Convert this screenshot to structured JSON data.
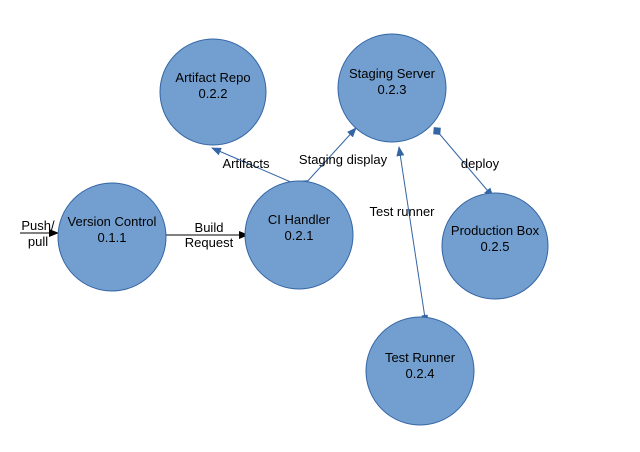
{
  "colors": {
    "node_fill": "#729fcf",
    "node_stroke": "#3465a4",
    "edge": "#3465a4",
    "text": "#000000"
  },
  "nodes": {
    "artifact_repo": {
      "name": "Artifact Repo",
      "id": "0.2.2"
    },
    "staging_server": {
      "name": "Staging Server",
      "id": "0.2.3"
    },
    "version_control": {
      "name": "Version Control",
      "id": "0.1.1"
    },
    "ci_handler": {
      "name": "CI Handler",
      "id": "0.2.1"
    },
    "production_box": {
      "name": "Production Box",
      "id": "0.2.5"
    },
    "test_runner": {
      "name": "Test Runner",
      "id": "0.2.4"
    }
  },
  "external_input": {
    "line1": "Push/",
    "line2": "pull"
  },
  "edges": {
    "build_request": {
      "line1": "Build",
      "line2": "Request"
    },
    "artifacts": {
      "label": "Artifacts"
    },
    "staging_display": {
      "label": "Staging display"
    },
    "test_runner": {
      "label": "Test runner"
    },
    "deploy": {
      "label": "deploy"
    }
  }
}
